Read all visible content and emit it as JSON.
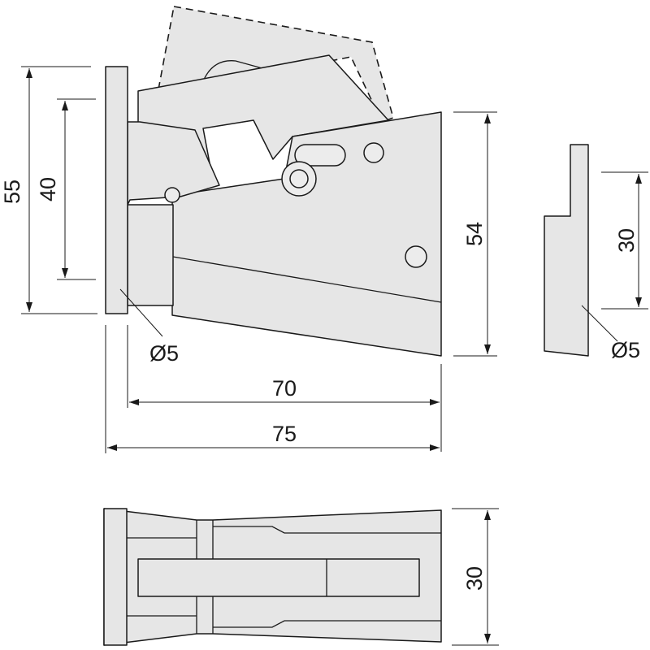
{
  "dimensions": {
    "overall_height": "55",
    "mount_spacing": "40",
    "front_height": "54",
    "plate_height": "30",
    "hole_dia_left": "Ø5",
    "hole_dia_right": "Ø5",
    "body_length": "70",
    "overall_length": "75",
    "bottom_width": "30"
  },
  "colors": {
    "part_fill": "#e6e6e6",
    "line": "#1a1a1a",
    "background": "#ffffff"
  }
}
